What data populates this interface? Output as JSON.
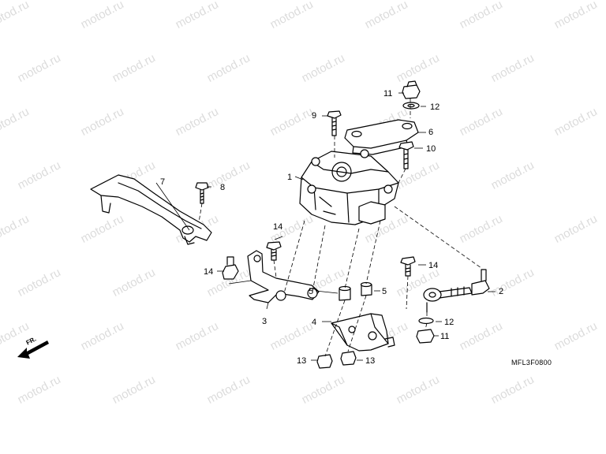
{
  "watermark": {
    "text": "motod.ru"
  },
  "diagram_code": "MFL3F0800",
  "direction_label": "FR.",
  "callouts": {
    "c1": "1",
    "c2": "2",
    "c3": "3",
    "c4": "4",
    "c5a": "5",
    "c5b": "5",
    "c6": "6",
    "c7": "7",
    "c8": "8",
    "c9": "9",
    "c10": "10",
    "c11a": "11",
    "c11b": "11",
    "c12a": "12",
    "c12b": "12",
    "c13a": "13",
    "c13b": "13",
    "c14a": "14",
    "c14b": "14",
    "c14c": "14"
  }
}
